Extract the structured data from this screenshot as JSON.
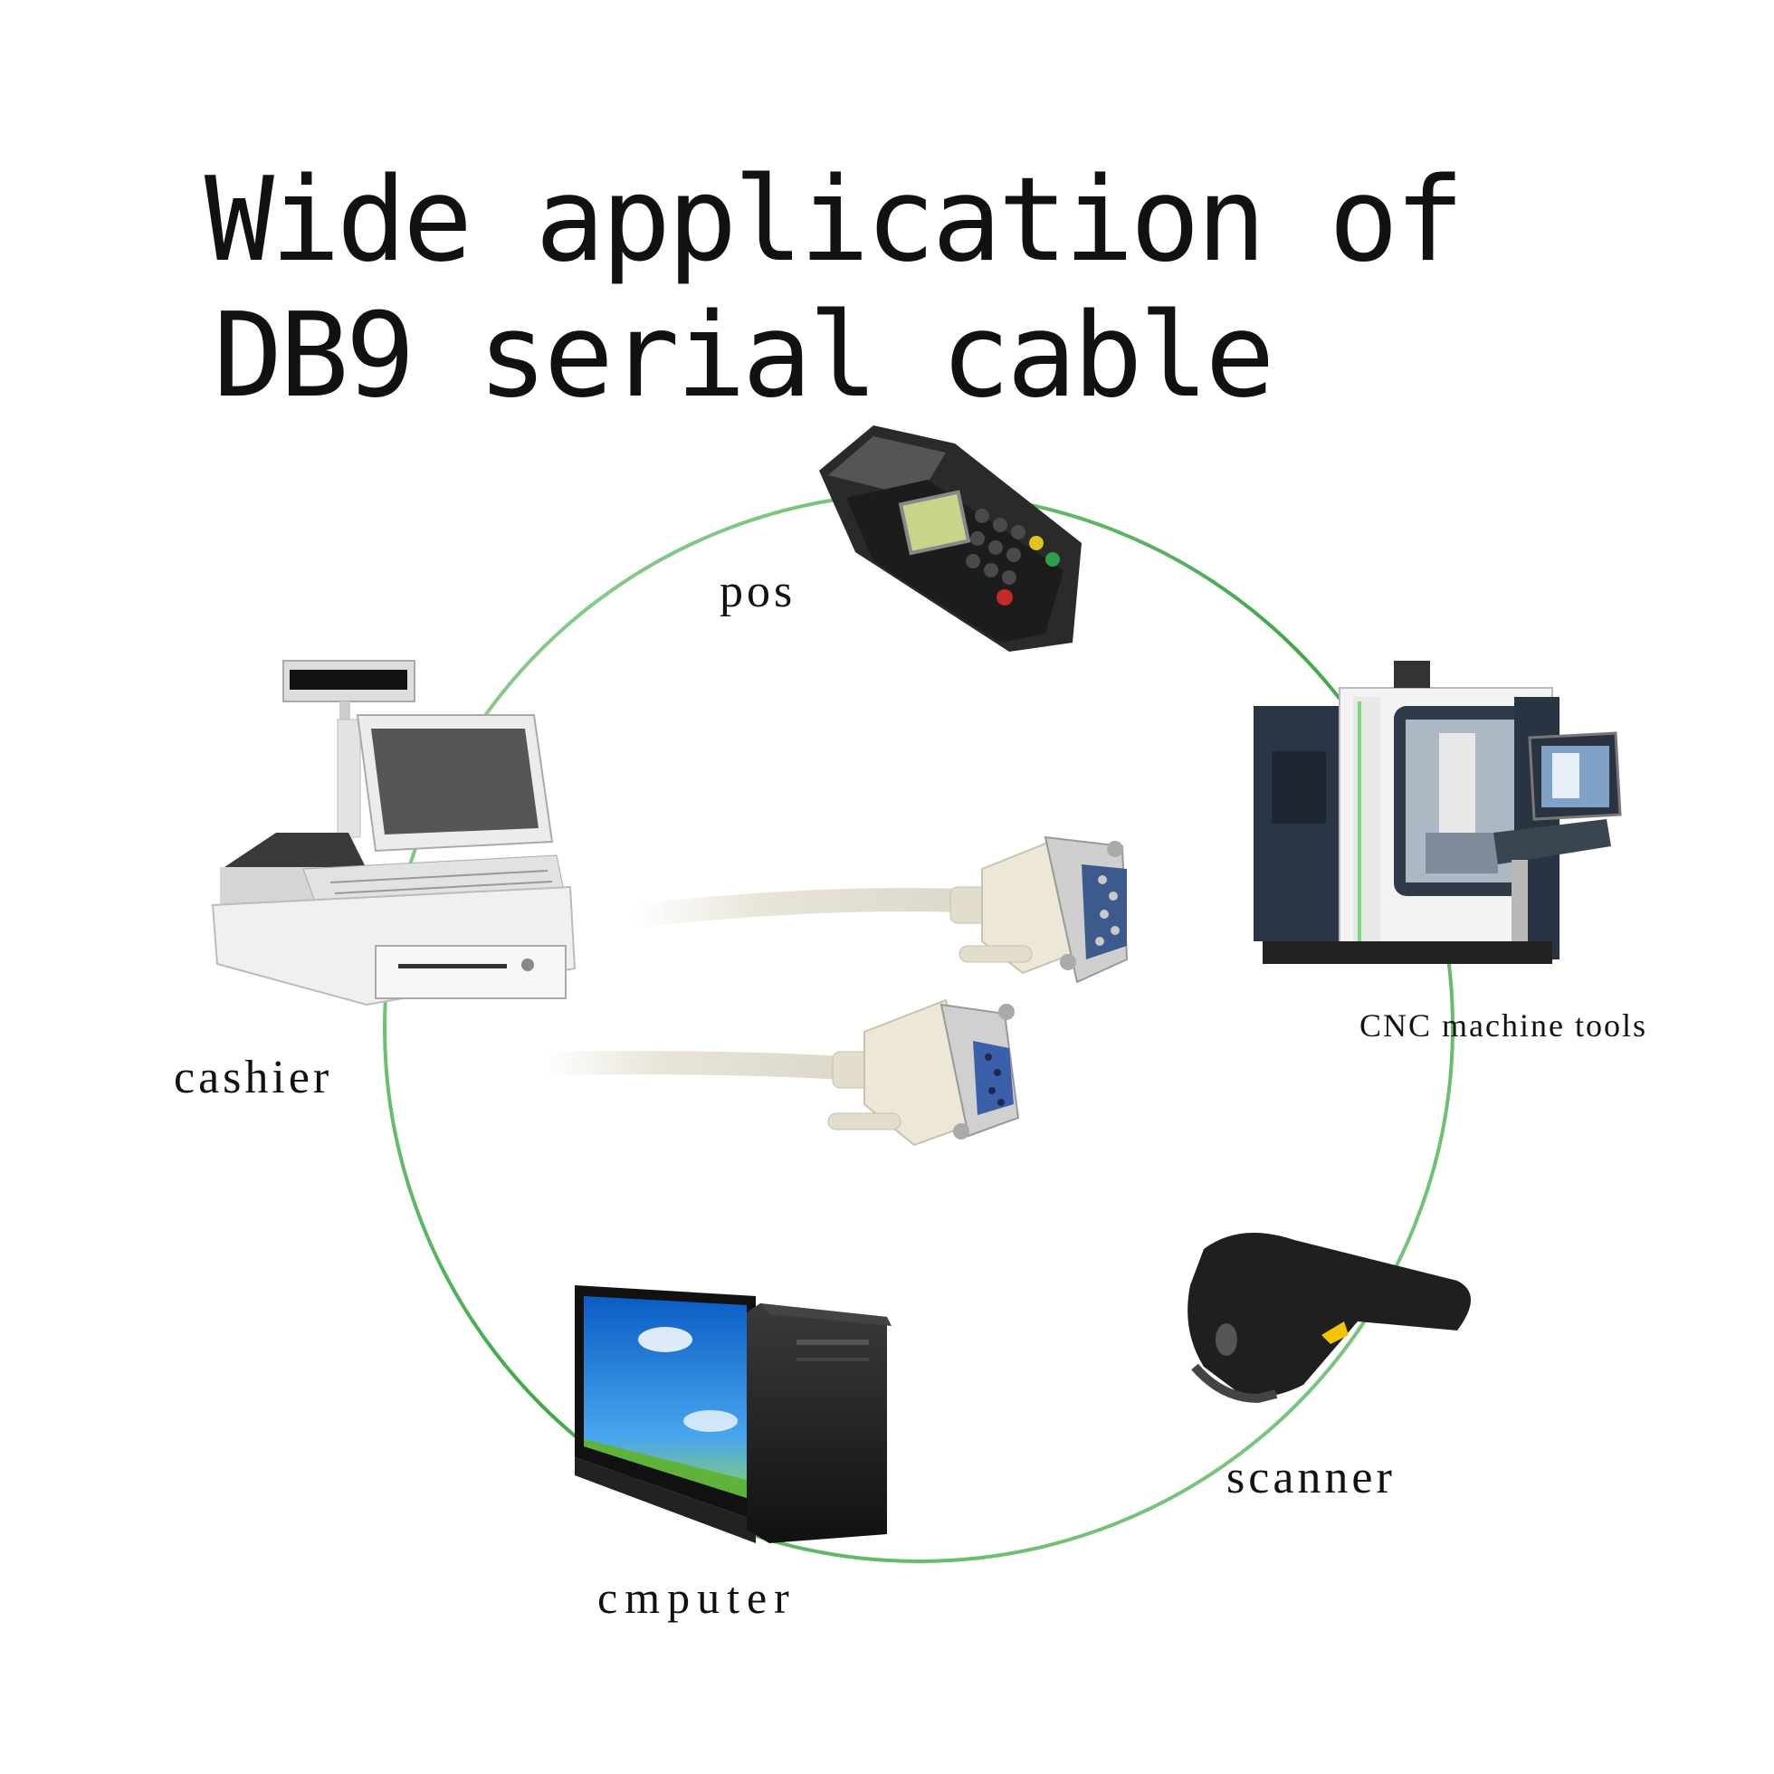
{
  "title": {
    "line1": "Wide application of",
    "line2": "DB9 serial cable"
  },
  "devices": {
    "pos": "pos",
    "cnc": "CNC machine tools",
    "cashier": "cashier",
    "scanner": "scanner",
    "computer": "cmputer"
  },
  "colors": {
    "ring": "#4caf50",
    "text": "#111111",
    "cable": "#e6e2d6"
  },
  "icons": [
    "pos-terminal-icon",
    "cnc-machine-icon",
    "cash-register-icon",
    "barcode-scanner-icon",
    "desktop-computer-icon",
    "db9-male-connector-icon",
    "db9-female-connector-icon"
  ]
}
